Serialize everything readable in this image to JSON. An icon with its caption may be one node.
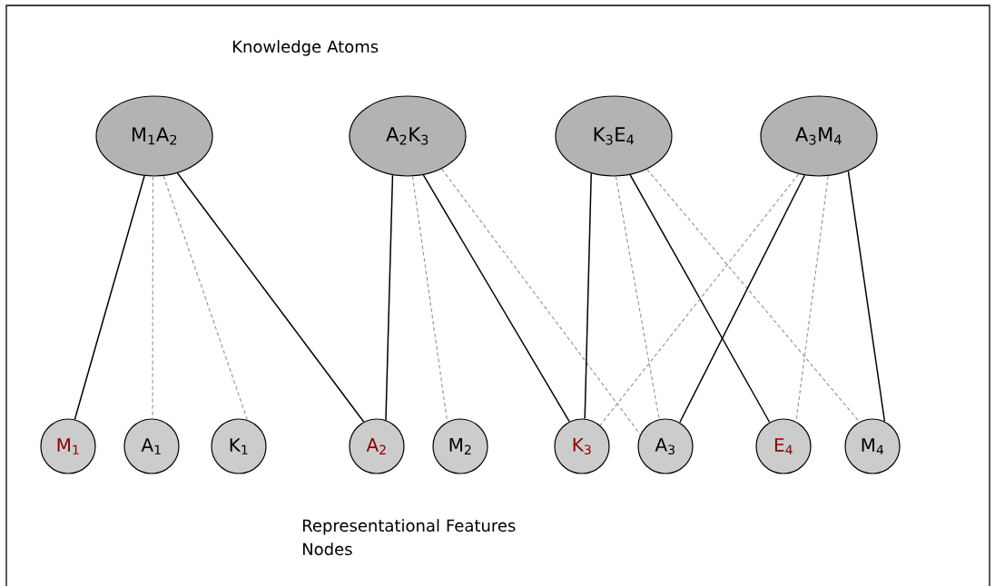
{
  "diagram": {
    "nodes": [
      {
        "text": [
          "M$_{1}$A$_{2}$"
        ]
      },
      {
        "text": [
          "A$_{2}$K$_{3}$"
        ]
      },
      {
        "text": [
          "K$_{3}$E$_{4}$"
        ]
      },
      {
        "text": [
          "A$_{3}$M$_{4}$"
        ]
      },
      {
        "text": [
          "M$_{1}$"
        ]
      },
      {
        "text": [
          "A$_{1}$"
        ]
      },
      {
        "text": [
          "K$_{1}$"
        ]
      },
      {
        "text": [
          "A$_{2}$"
        ]
      },
      {
        "text": [
          "M$_{2}$"
        ]
      },
      {
        "text": [
          "K$_{3}$"
        ]
      },
      {
        "text": [
          "A$_{3}$"
        ]
      },
      {
        "text": [
          "E$_{4}$"
        ]
      },
      {
        "text": [
          "M$_{4}$"
        ]
      }
    ],
    "edges": [
      {
        "from": 0,
        "to": 4,
        "arrow": "none"
      },
      {
        "from": 0,
        "to": 5,
        "arrow": "none",
        "style": "dashed",
        "color": "#999999"
      },
      {
        "from": 0,
        "to": 6,
        "arrow": "none",
        "style": "dashed",
        "color": "#999999"
      },
      {
        "from": 0,
        "to": 7,
        "arrow": "none"
      },
      {
        "from": 1,
        "to": 7,
        "arrow": "none"
      },
      {
        "from": 1,
        "to": 8,
        "arrow": "none",
        "style": "dashed",
        "color": "#999999"
      },
      {
        "from": 1,
        "to": 9,
        "arrow": "none"
      },
      {
        "from": 1,
        "to": 10,
        "arrow": "none",
        "style": "dashed",
        "color": "#999999"
      },
      {
        "from": 2,
        "to": 9,
        "arrow": "none"
      },
      {
        "from": 2,
        "to": 10,
        "arrow": "none",
        "style": "dashed",
        "color": "#999999"
      },
      {
        "from": 2,
        "to": 11,
        "arrow": "none"
      },
      {
        "from": 2,
        "to": 12,
        "arrow": "none",
        "style": "dashed",
        "color": "#999999"
      },
      {
        "from": 3,
        "to": 9,
        "arrow": "none",
        "style": "dashed",
        "color": "#999999"
      },
      {
        "from": 3,
        "to": 10,
        "arrow": "none"
      },
      {
        "from": 3,
        "to": 11,
        "arrow": "none",
        "style": "dashed",
        "color": "#999999"
      },
      {
        "from": 3,
        "to": 12,
        "arrow": "none"
      }
    ],
    "labels": [
      "Knowledge Atoms",
      "Representational Features Nodes"
    ]
  }
}
